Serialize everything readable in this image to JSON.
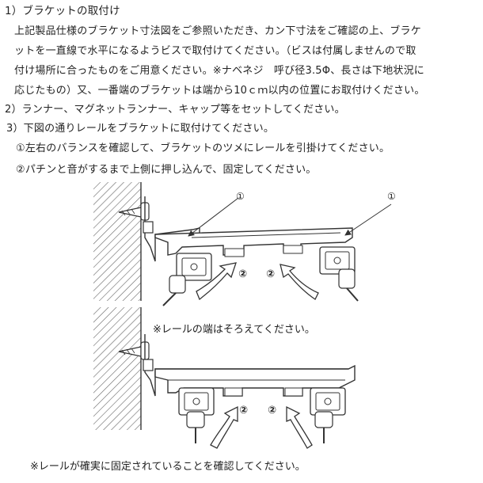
{
  "instructions": {
    "step1_title": "1）ブラケットの取付け",
    "step1_line1": "上記製品仕様のブラケット寸法図をご参照いただき、カン下寸法をご確認の上、ブラケ",
    "step1_line2": "ットを一直線で水平になるようビスで取付けてください。（ビスは付属しませんので取",
    "step1_line3": "付け場所に合ったものをご用意ください。※ナベネジ　呼び径3.5Φ、長さは下地状況に",
    "step1_line4": "応じたもの）又、一番端のブラケットは端から10ｃｍ以内の位置にお取付けください。",
    "step2": "2）ランナー、マグネットランナー、キャップ等をセットしてください。",
    "step3": "3）下図の通りレールをブラケットに取付けてください。",
    "step3_sub1": "①左右のバランスを確認して、ブラケットのツメにレールを引掛けてください。",
    "step3_sub2": "②パチンと音がするまで上側に押し込んで、固定してください。"
  },
  "figure": {
    "callout_1": "①",
    "callout_2": "②",
    "note_rail_ends": "※レールの端はそろえてください。",
    "note_secure": "※レールが確実に固定されていることを確認してください。"
  }
}
